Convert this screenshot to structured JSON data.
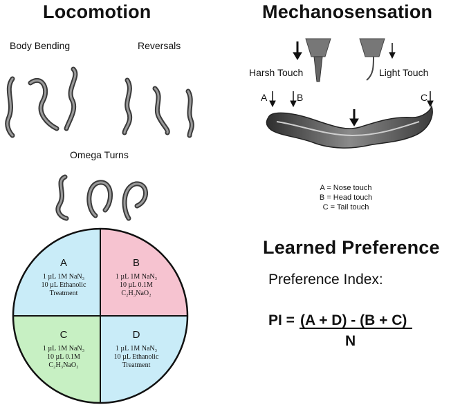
{
  "locomotion": {
    "title": "Locomotion",
    "body_bending": "Body Bending",
    "reversals": "Reversals",
    "omega_turns": "Omega Turns"
  },
  "mechanosensation": {
    "title": "Mechanosensation",
    "harsh_touch": "Harsh Touch",
    "light_touch": "Light Touch",
    "marker_a": "A",
    "marker_b": "B",
    "marker_c": "C",
    "legend": [
      "A = Nose touch",
      "B = Head touch",
      "C = Tail touch"
    ]
  },
  "plate": {
    "quadrants": [
      {
        "letter": "A",
        "lines": [
          "1 µL 1M NaN₃",
          "10 µL Ethanolic",
          "Treatment"
        ],
        "color": "#c9ecf8"
      },
      {
        "letter": "B",
        "lines": [
          "1 µL 1M NaN₃",
          "10 µL 0.1M",
          "C₂H₃NaO₂"
        ],
        "color": "#f6c3d0"
      },
      {
        "letter": "C",
        "lines": [
          "1 µL 1M NaN₃",
          "10 µL 0.1M",
          "C₂H₃NaO₂"
        ],
        "color": "#c7f0c3"
      },
      {
        "letter": "D",
        "lines": [
          "1 µL 1M NaN₃",
          "10 µL Ethanolic",
          "Treatment"
        ],
        "color": "#c9ecf8"
      }
    ]
  },
  "learned_preference": {
    "title": "Learned Preference",
    "index_label": "Preference Index:",
    "pi": "PI =",
    "numerator": "(A + D) - (B + C)",
    "denominator": "N"
  },
  "colors": {
    "worm": "#6b6b6b",
    "worm_dark": "#3a3a3a",
    "probe": "#7a7a7a"
  }
}
